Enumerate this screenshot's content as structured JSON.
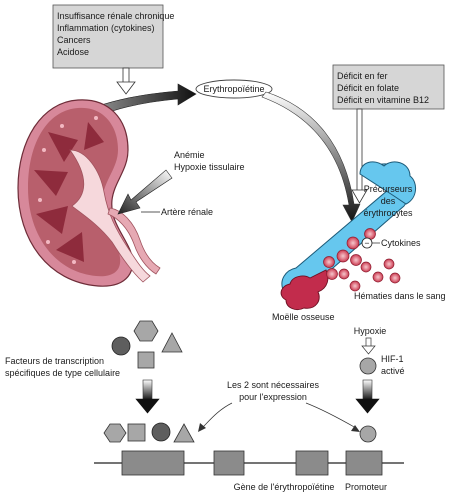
{
  "causes_box": {
    "lines": [
      "Insuffisance rénale chronique",
      "Inflammation (cytokines)",
      "Cancers",
      "Acidose"
    ]
  },
  "epo_label": "Erythropoïétine",
  "deficits_box": {
    "lines": [
      "Déficit en fer",
      "Déficit en folate",
      "Déficit en vitamine B12"
    ]
  },
  "kidney": {
    "anemia_labels": [
      "Anémie",
      "Hypoxie tissulaire"
    ],
    "artery_label": "Artère rénale"
  },
  "marrow": {
    "precursor_labels": [
      "Précurseurs",
      "des",
      "érythrocytes"
    ],
    "cytokines_label": "Cytokines",
    "rbc_label": "Hématies dans le sang",
    "marrow_label": "Moëlle osseuse",
    "minus_sign": "−"
  },
  "transcription": {
    "factors_labels": [
      "Facteurs de transcription",
      "spécifiques de type cellulaire"
    ],
    "hypoxia_label": "Hypoxie",
    "hif_labels": [
      "HIF-1",
      "activé"
    ],
    "both_needed_labels": [
      "Les 2 sont nécessaires",
      "pour l'expression"
    ]
  },
  "gene": {
    "gene_label": "Gène de l'érythropoïétine",
    "promoter_label": "Promoteur"
  },
  "colors": {
    "box_fill": "#d6d6d6",
    "kidney_outer": "#d7889a",
    "kidney_inner": "#b85f6c",
    "pyramid": "#8e2b3c",
    "pelvis": "#f6d8dc",
    "bone": "#66c7ee",
    "marrow_red": "#c22c4c",
    "rbc": "#c9394f",
    "shape_grey": "#a7a7a7",
    "shape_dark": "#5e5e5e",
    "gene_block": "#8b8b8b",
    "arrow_dark": "#1a1a1a"
  }
}
